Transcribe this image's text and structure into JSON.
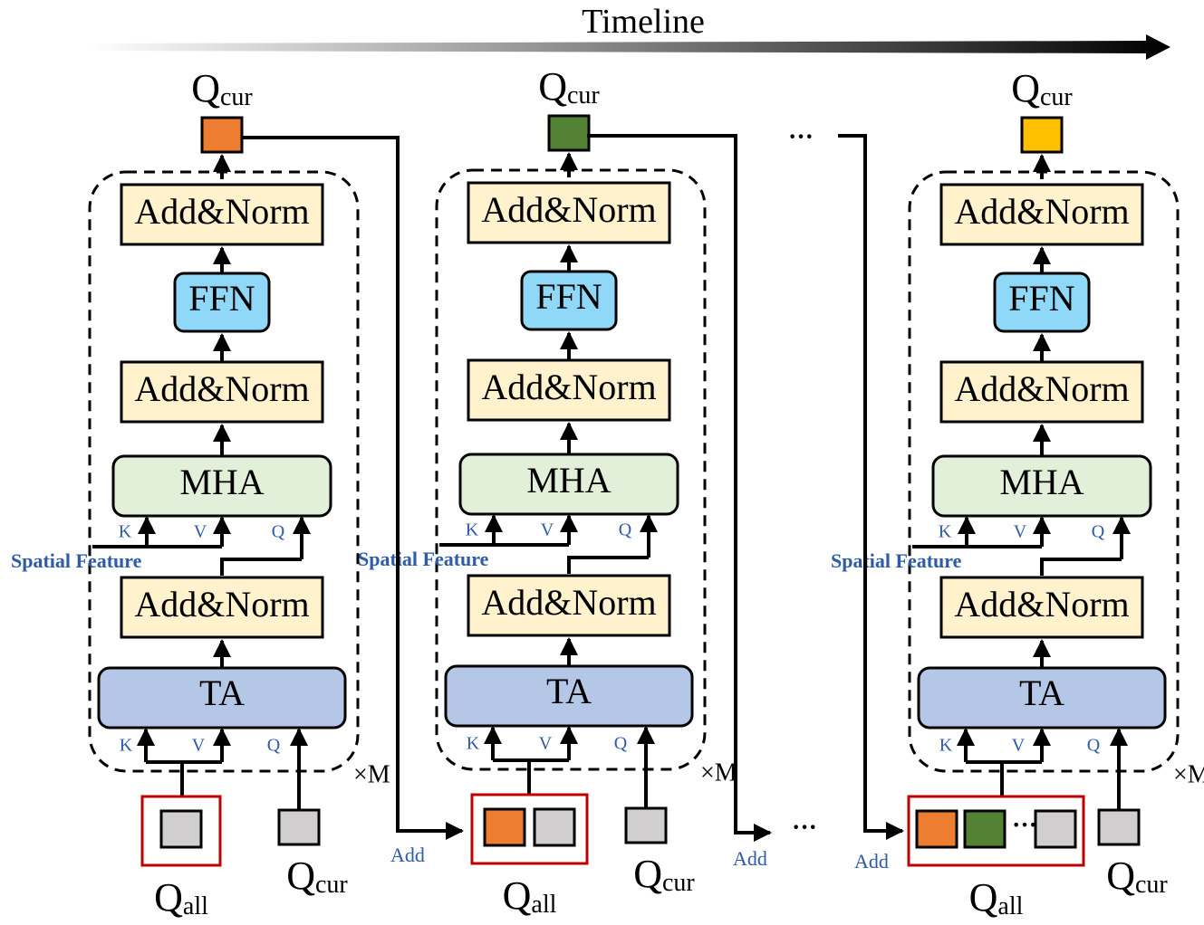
{
  "timeline_label": "Timeline",
  "q_cur_main": "Q",
  "q_cur_sub": "cur",
  "q_all_main": "Q",
  "q_all_sub": "all",
  "labels": {
    "add_norm": "Add&Norm",
    "ffn": "FFN",
    "mha": "MHA",
    "ta": "TA",
    "k": "K",
    "v": "V",
    "q": "Q",
    "spatial_feature": "Spatial Feature",
    "repeat": "×M",
    "add": "Add",
    "ellipsis": "···"
  },
  "colors": {
    "add_norm": "#fff2cc",
    "ffn": "#8fd8f7",
    "mha": "#e2f0d9",
    "ta": "#b4c7e7",
    "memory_border": "#c00000",
    "token_gray": "#d0cece",
    "token_orange": "#ed7d31",
    "token_green": "#548235",
    "token_yellow": "#ffc000",
    "blue_text": "#2e5ba8"
  },
  "stages": [
    {
      "name": "stage-1",
      "output_token": "token_orange",
      "memory_tokens": [
        "token_gray"
      ]
    },
    {
      "name": "stage-2",
      "output_token": "token_green",
      "memory_tokens": [
        "token_orange",
        "token_gray"
      ]
    },
    {
      "name": "stage-n",
      "output_token": "token_yellow",
      "memory_tokens": [
        "token_orange",
        "token_green",
        "token_gray"
      ]
    }
  ]
}
